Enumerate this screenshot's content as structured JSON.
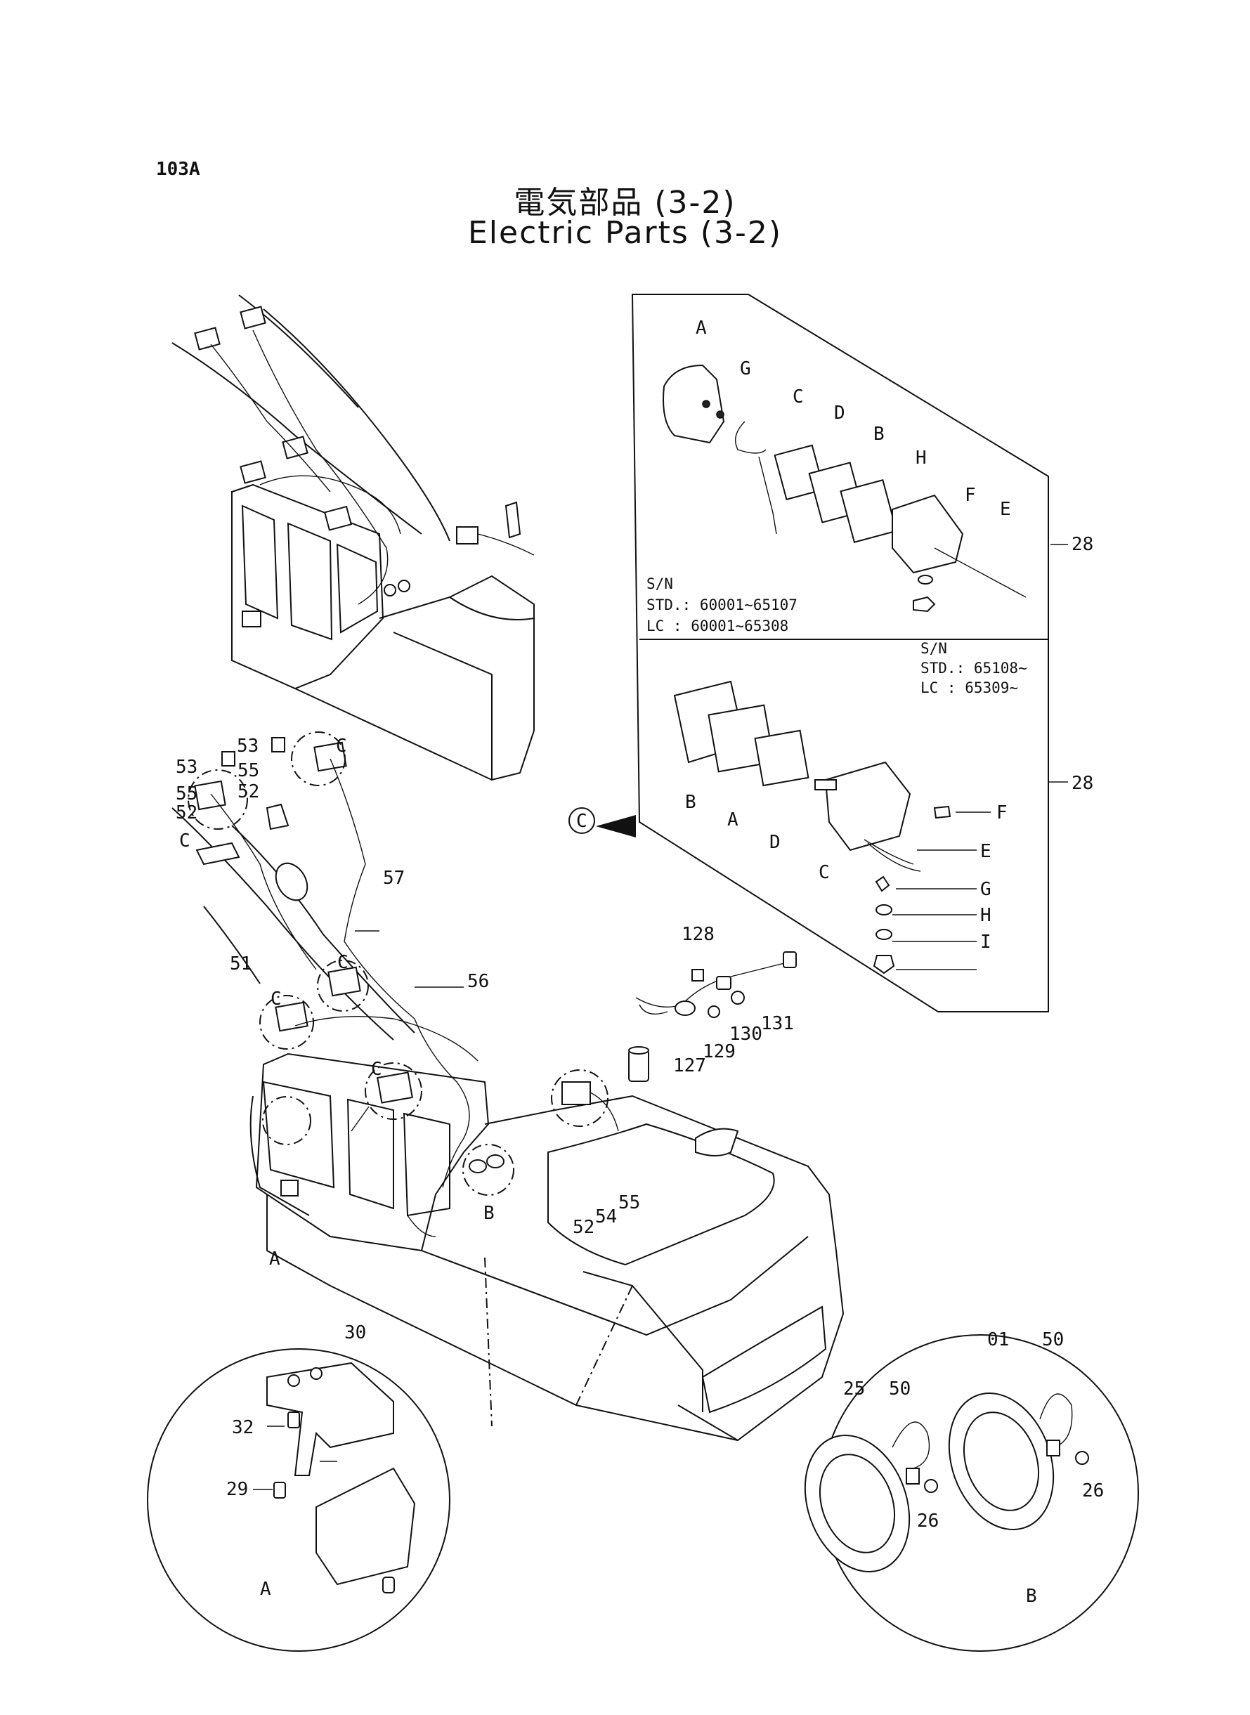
{
  "page_code": "103A",
  "title_jp": "電気部品 (3-2)",
  "title_en": "Electric Parts (3-2)",
  "serial_old": {
    "header": "S/N",
    "std": "STD.: 60001~65107",
    "lc": "LC  : 60001~65308"
  },
  "serial_new": {
    "header": "S/N",
    "std": "STD.: 65108~",
    "lc": "LC  : 65309~"
  },
  "callouts": {
    "A": "A",
    "B": "B",
    "C": "C",
    "D": "D",
    "E": "E",
    "F": "F",
    "G": "G",
    "H": "H",
    "I": "I",
    "p01": "01",
    "p25": "25",
    "p26": "26",
    "p28": "28",
    "p29": "29",
    "p30": "30",
    "p32": "32",
    "p50": "50",
    "p51": "51",
    "p52": "52",
    "p53": "53",
    "p54": "54",
    "p55": "55",
    "p56": "56",
    "p57": "57",
    "p127": "127",
    "p128": "128",
    "p129": "129",
    "p130": "130",
    "p131": "131"
  }
}
